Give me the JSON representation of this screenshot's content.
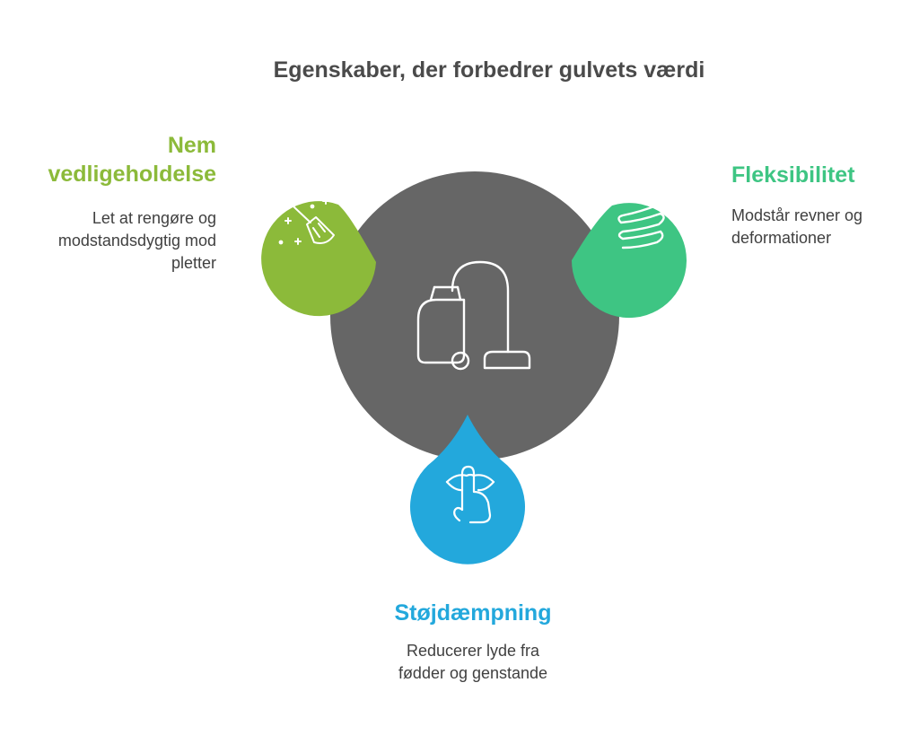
{
  "title": "Egenskaber, der forbedrer gulvets værdi",
  "colors": {
    "center": "#666666",
    "green": "#8cba3a",
    "teal": "#3ec583",
    "blue": "#23a8dc",
    "title": "#4a4a4a",
    "text": "#404040"
  },
  "center": {
    "icon": "vacuum-cleaner-icon"
  },
  "items": [
    {
      "title_line1": "Nem",
      "title_line2": "vedligeholdelse",
      "description_line1": "Let at rengøre og",
      "description_line2": "modstandsdygtig mod",
      "description_line3": "pletter",
      "icon": "broom-sparkle-icon"
    },
    {
      "title": "Fleksibilitet",
      "description_line1": "Modstår revner og",
      "description_line2": "deformationer",
      "icon": "spring-coil-icon"
    },
    {
      "title": "Støjdæmpning",
      "description_line1": "Reducerer lyde fra",
      "description_line2": "fødder og genstande",
      "icon": "shush-finger-icon"
    }
  ]
}
